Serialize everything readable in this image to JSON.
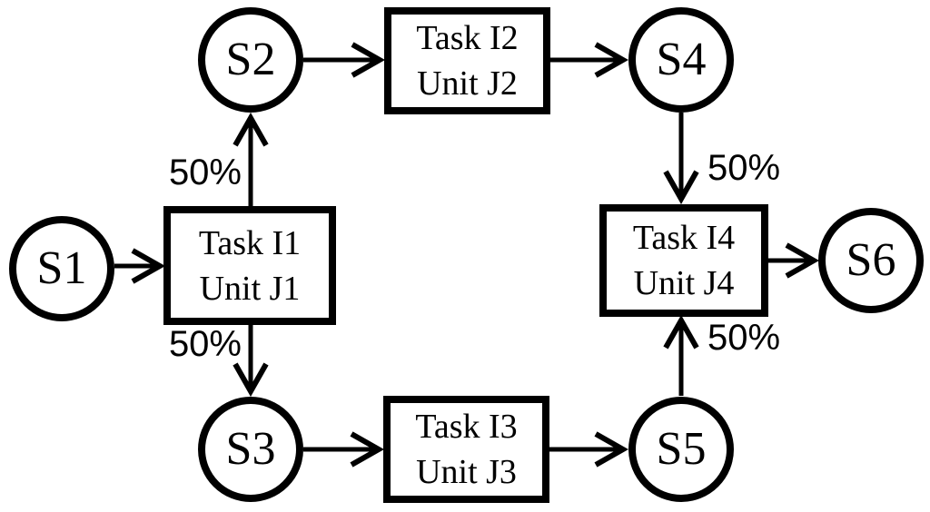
{
  "diagram": {
    "type": "state-task-network",
    "colors": {
      "ink": "#000000",
      "node_fill": "#ffffff",
      "background": "#ffffff"
    },
    "states": {
      "s1": {
        "label": "S1"
      },
      "s2": {
        "label": "S2"
      },
      "s3": {
        "label": "S3"
      },
      "s4": {
        "label": "S4"
      },
      "s5": {
        "label": "S5"
      },
      "s6": {
        "label": "S6"
      }
    },
    "tasks": {
      "t1": {
        "line1": "Task I1",
        "line2": "Unit J1"
      },
      "t2": {
        "line1": "Task I2",
        "line2": "Unit J2"
      },
      "t3": {
        "line1": "Task I3",
        "line2": "Unit J3"
      },
      "t4": {
        "line1": "Task I4",
        "line2": "Unit J4"
      }
    },
    "edge_labels": {
      "task1_to_s2": "50%",
      "task1_to_s3": "50%",
      "s4_to_task4": "50%",
      "s5_to_task4": "50%"
    },
    "edges": [
      {
        "from": "S1",
        "to": "Task I1 / Unit J1",
        "label": ""
      },
      {
        "from": "Task I1 / Unit J1",
        "to": "S2",
        "label": "50%"
      },
      {
        "from": "Task I1 / Unit J1",
        "to": "S3",
        "label": "50%"
      },
      {
        "from": "S2",
        "to": "Task I2 / Unit J2",
        "label": ""
      },
      {
        "from": "Task I2 / Unit J2",
        "to": "S4",
        "label": ""
      },
      {
        "from": "S4",
        "to": "Task I4 / Unit J4",
        "label": "50%"
      },
      {
        "from": "S3",
        "to": "Task I3 / Unit J3",
        "label": ""
      },
      {
        "from": "Task I3 / Unit J3",
        "to": "S5",
        "label": ""
      },
      {
        "from": "S5",
        "to": "Task I4 / Unit J4",
        "label": "50%"
      },
      {
        "from": "Task I4 / Unit J4",
        "to": "S6",
        "label": ""
      }
    ]
  }
}
